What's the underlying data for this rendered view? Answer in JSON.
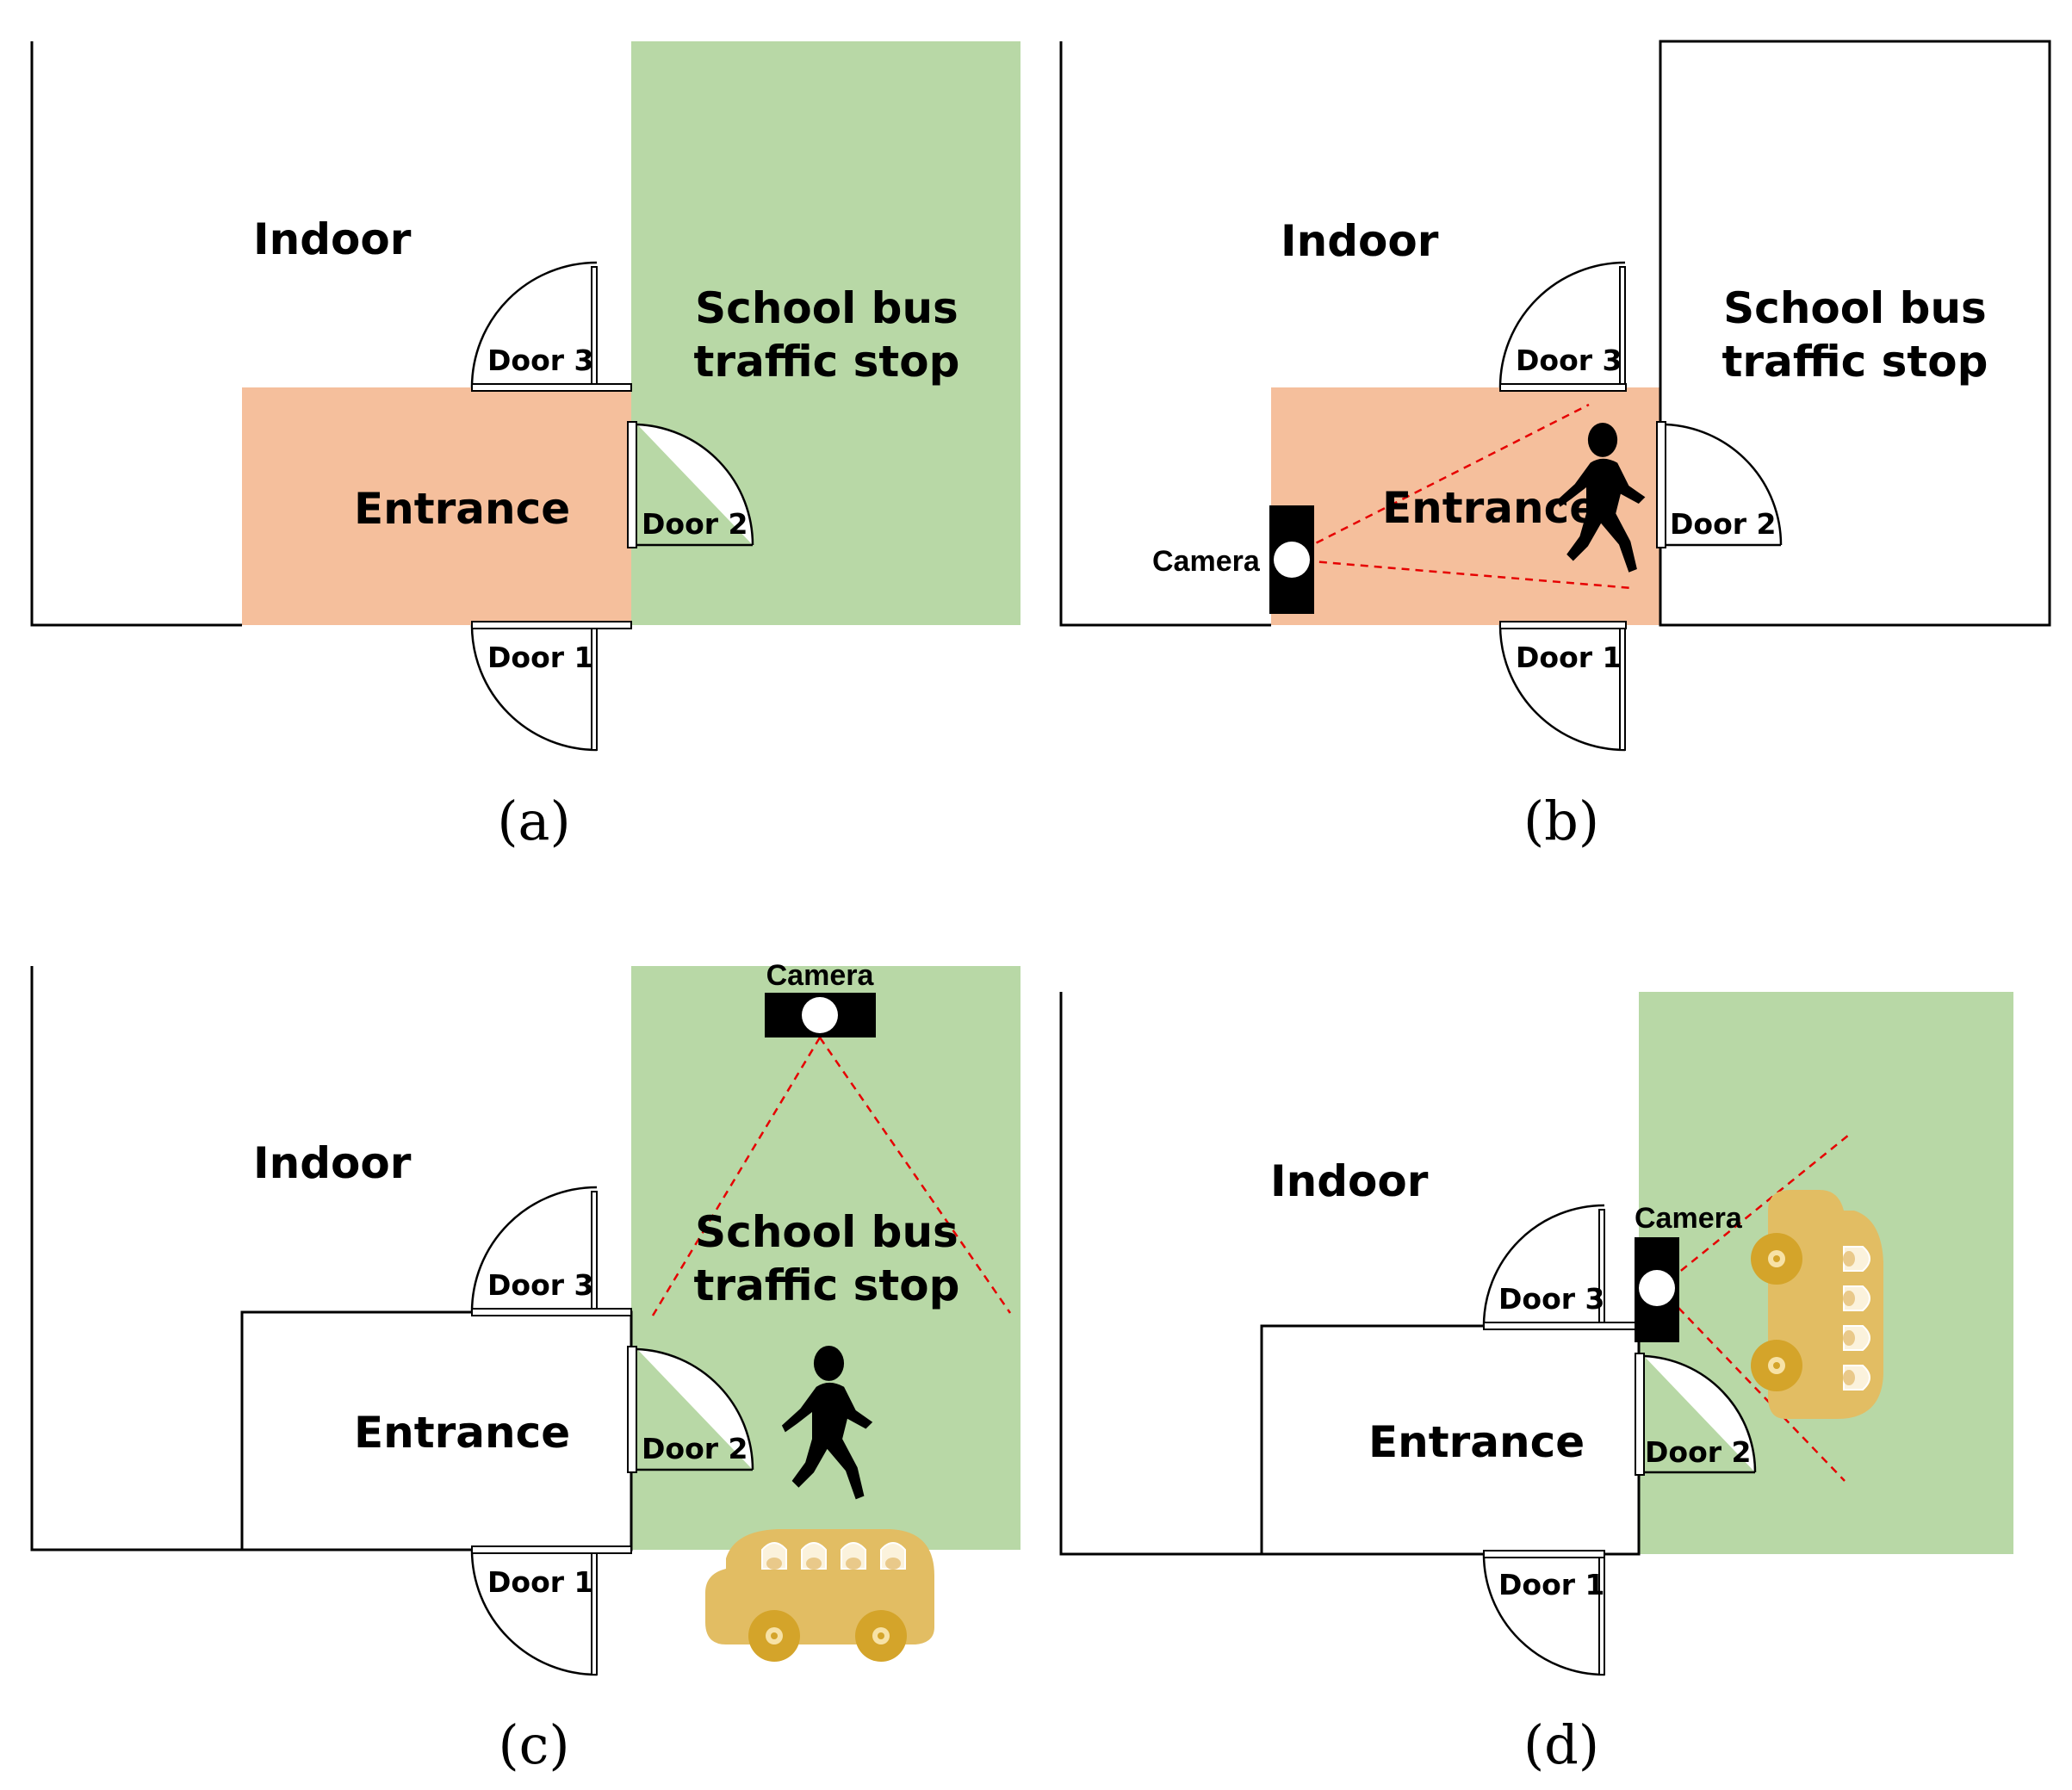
{
  "colors": {
    "entrance_fill": "#f5bf9c",
    "bus_stop_fill": "#b8d8a6",
    "camera_body": "#000000",
    "camera_lens": "#ffffff",
    "fov_line": "#e60000",
    "bus_body": "#e2bd63",
    "bus_wheel": "#d4a42a",
    "silhouette": "#000000"
  },
  "panels": [
    {
      "id": "a",
      "caption": "(a)",
      "labels": {
        "indoor": "Indoor",
        "entrance": "Entrance",
        "bus_stop_line1": "School bus",
        "bus_stop_line2": "traffic stop"
      },
      "doors": [
        "Door 1",
        "Door 2",
        "Door 3"
      ]
    },
    {
      "id": "b",
      "caption": "(b)",
      "labels": {
        "indoor": "Indoor",
        "entrance": "Entrance",
        "bus_stop_line1": "School bus",
        "bus_stop_line2": "traffic stop",
        "camera": "Camera"
      },
      "doors": [
        "Door 1",
        "Door 2",
        "Door 3"
      ]
    },
    {
      "id": "c",
      "caption": "(c)",
      "labels": {
        "indoor": "Indoor",
        "entrance": "Entrance",
        "bus_stop_line1": "School bus",
        "bus_stop_line2": "traffic stop",
        "camera": "Camera"
      },
      "doors": [
        "Door 1",
        "Door 2",
        "Door 3"
      ]
    },
    {
      "id": "d",
      "caption": "(d)",
      "labels": {
        "indoor": "Indoor",
        "entrance": "Entrance",
        "camera": "Camera"
      },
      "doors": [
        "Door 1",
        "Door 2",
        "Door 3"
      ]
    }
  ]
}
